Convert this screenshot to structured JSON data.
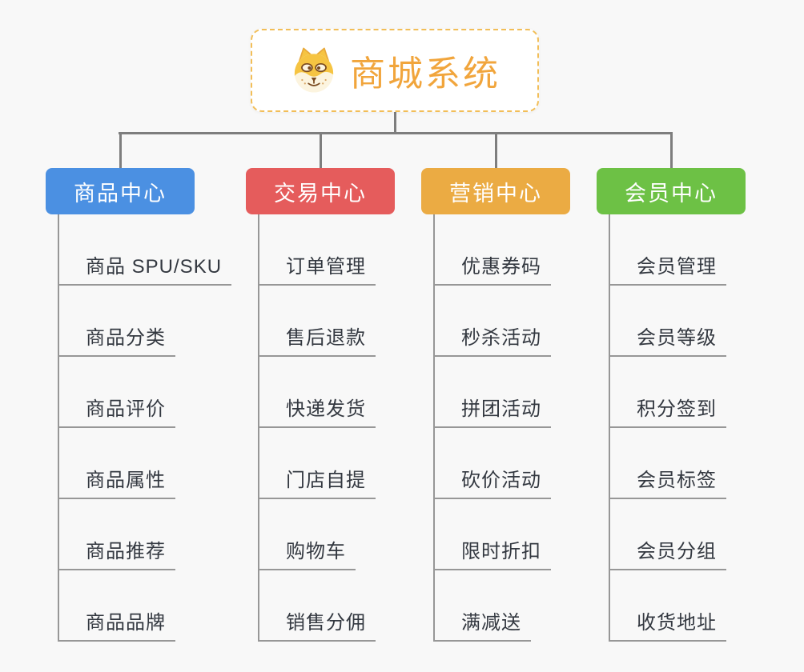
{
  "canvas": {
    "bg": "#F8F8F8",
    "connector_color": "#7E7E7E",
    "leaf_line_color": "#979797",
    "leaf_text_color": "#333840"
  },
  "root": {
    "title": "商城系统",
    "icon": "dog-face-icon",
    "bg": "#FFFFFF",
    "border_color": "#F2BE58",
    "text_color": "#F1A53C"
  },
  "branches": [
    {
      "label": "商品中心",
      "color": "#4B90E2",
      "children": [
        "商品 SPU/SKU",
        "商品分类",
        "商品评价",
        "商品属性",
        "商品推荐",
        "商品品牌"
      ]
    },
    {
      "label": "交易中心",
      "color": "#E55C5C",
      "children": [
        "订单管理",
        "售后退款",
        "快递发货",
        "门店自提",
        "购物车",
        "销售分佣"
      ]
    },
    {
      "label": "营销中心",
      "color": "#EBAB43",
      "children": [
        "优惠券码",
        "秒杀活动",
        "拼团活动",
        "砍价活动",
        "限时折扣",
        "满减送"
      ]
    },
    {
      "label": "会员中心",
      "color": "#6DC145",
      "children": [
        "会员管理",
        "会员等级",
        "积分签到",
        "会员标签",
        "会员分组",
        "收货地址"
      ]
    }
  ]
}
